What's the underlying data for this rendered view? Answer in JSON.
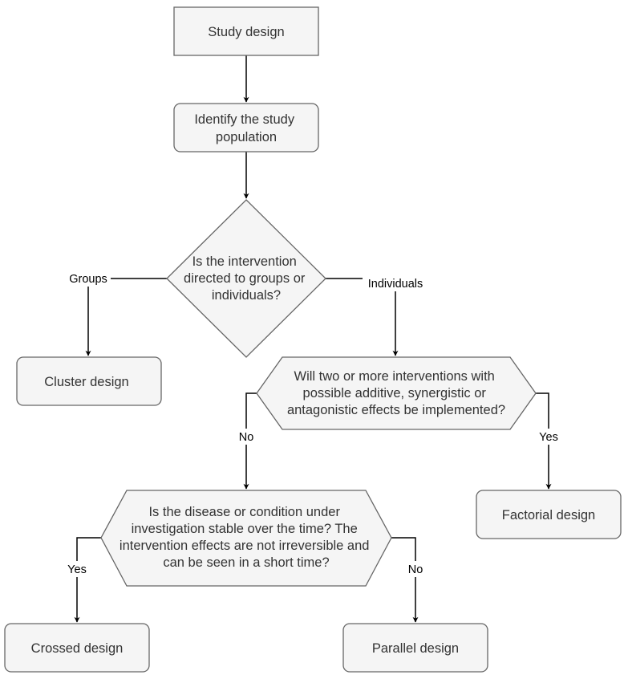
{
  "nodes": {
    "start": {
      "label": "Study design"
    },
    "population": {
      "lines": [
        "Identify the study",
        "population"
      ]
    },
    "q_groups": {
      "lines": [
        "Is the intervention",
        "directed to groups or",
        "individuals?"
      ]
    },
    "cluster": {
      "label": "Cluster design"
    },
    "q_interventions": {
      "lines": [
        "Will two or more interventions with",
        "possible additive, synergistic or",
        "antagonistic effects be implemented?"
      ]
    },
    "factorial": {
      "label": "Factorial design"
    },
    "q_stable": {
      "lines": [
        "Is the disease or condition under",
        "investigation stable over the time? The",
        "intervention effects are not irreversible and",
        "can be seen in a short time?"
      ]
    },
    "crossed": {
      "label": "Crossed design"
    },
    "parallel": {
      "label": "Parallel design"
    }
  },
  "edge_labels": {
    "groups": "Groups",
    "individuals": "Individuals",
    "no_interventions": "No",
    "yes_interventions": "Yes",
    "yes_stable": "Yes",
    "no_stable": "No"
  },
  "colors": {
    "node_fill": "#f5f5f5",
    "node_stroke": "#666666",
    "text": "#333333",
    "edge": "#000000"
  }
}
